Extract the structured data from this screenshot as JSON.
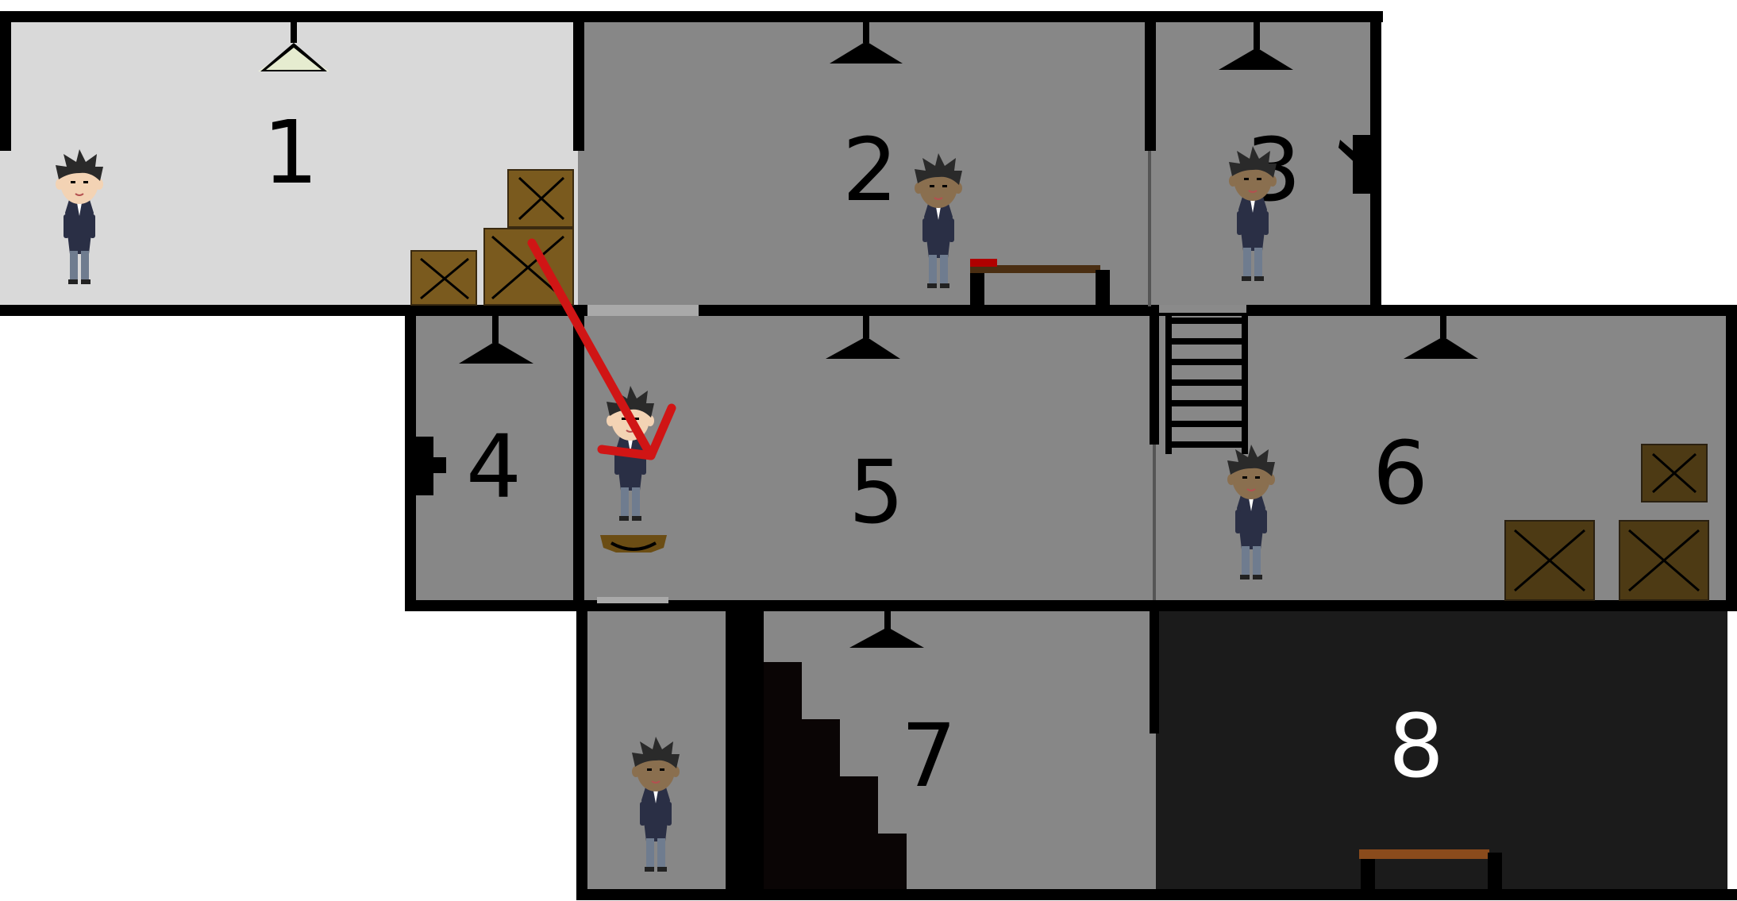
{
  "game": {
    "rooms": [
      {
        "id": 1,
        "label": "1",
        "lit": true
      },
      {
        "id": 2,
        "label": "2",
        "lit": false
      },
      {
        "id": 3,
        "label": "3",
        "lit": false
      },
      {
        "id": 4,
        "label": "4",
        "lit": false
      },
      {
        "id": 5,
        "label": "5",
        "lit": false
      },
      {
        "id": 6,
        "label": "6",
        "lit": false
      },
      {
        "id": 7,
        "label": "7",
        "lit": false
      },
      {
        "id": 8,
        "label": "8",
        "lit": false,
        "dark": true
      }
    ],
    "characters": [
      {
        "room": 1,
        "skin": "light"
      },
      {
        "room": 2,
        "skin": "dark"
      },
      {
        "room": 3,
        "skin": "dark"
      },
      {
        "room": 5,
        "skin": "light",
        "highlighted": true
      },
      {
        "room": 6,
        "skin": "dark"
      },
      {
        "room": 7,
        "skin": "dark"
      }
    ],
    "move_arrow": {
      "from_room": 1,
      "to_room": 5
    },
    "colors": {
      "wall": "#000000",
      "room_lit": "#d9d9d9",
      "room_unlit": "#878787",
      "room_dark": "#1b1b1b",
      "crate": "#7a5a1e",
      "arrow": "#d01515",
      "lamp_lit": "#e6ecd0"
    }
  }
}
